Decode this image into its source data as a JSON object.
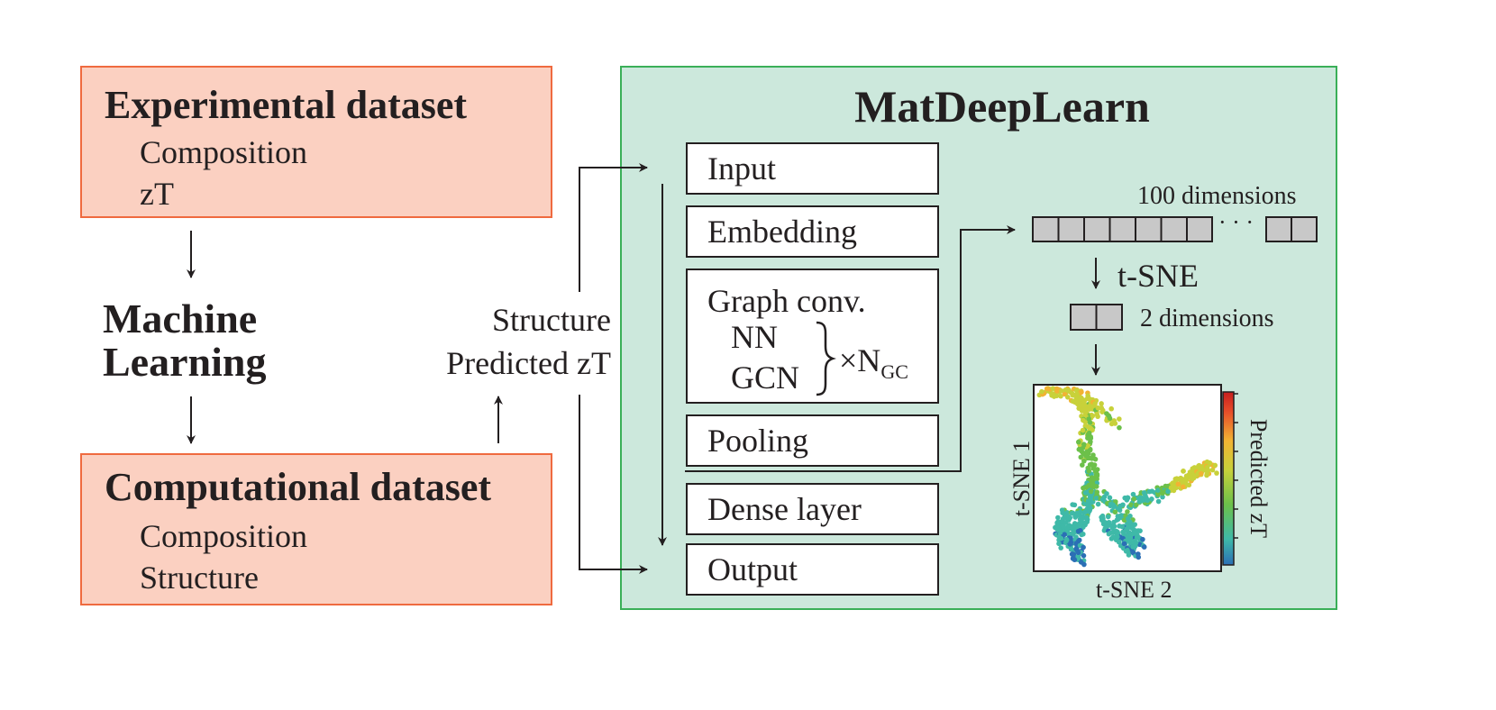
{
  "experimental": {
    "title": "Experimental dataset",
    "items": [
      "Composition",
      "zT"
    ]
  },
  "machine_learning": {
    "line1": "Machine",
    "line2": "Learning"
  },
  "computational": {
    "title": "Computational dataset",
    "items": [
      "Composition",
      "Structure"
    ]
  },
  "feedback": {
    "line1": "Structure",
    "line2": "Predicted zT"
  },
  "matdeeplearn": {
    "title": "MatDeepLearn",
    "layers": {
      "input": "Input",
      "embedding": "Embedding",
      "graph_conv": "Graph conv.",
      "nn": "NN",
      "gcn": "GCN",
      "repeat_prefix": "×N",
      "repeat_sub": "GC",
      "pooling": "Pooling",
      "dense": "Dense layer",
      "output": "Output"
    },
    "feature_vector_label": "100 dimensions",
    "ellipsis": "· · ·",
    "tsne_step": "t-SNE",
    "reduced_label": "2 dimensions",
    "scatter": {
      "xlabel": "t-SNE 2",
      "ylabel": "t-SNE 1",
      "colorbar_label": "Predicted zT",
      "colormap": [
        "#2b6fb5",
        "#3fb9a8",
        "#6cc04a",
        "#c8d13a",
        "#f2b233",
        "#e8502a",
        "#c81e1e"
      ]
    }
  },
  "colors": {
    "dataset_fill": "#fbd0c1",
    "dataset_border": "#ef6a3f",
    "panel_fill": "#cce8dc",
    "panel_border": "#3aaf58",
    "cell_fill": "#c8c8c8",
    "ink": "#231f20"
  }
}
